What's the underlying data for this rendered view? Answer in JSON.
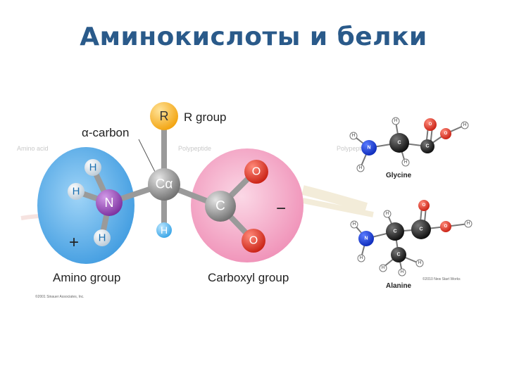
{
  "title": "Аминокислоты и белки",
  "main_diagram": {
    "r_atom": "R",
    "r_group_label": "R group",
    "alpha_carbon_label": "α-carbon",
    "ca_atom": "Cα",
    "n_atom": "N",
    "h_atom": "H",
    "c_atom": "C",
    "o_atom": "O",
    "plus_sign": "+",
    "minus_sign": "−",
    "amino_group_label": "Amino group",
    "carboxyl_group_label": "Carboxyl group",
    "copyright": "©2001 Sinauer Associates, Inc.",
    "faint_labels": [
      "Amino acid",
      "Polypeptide",
      "Polypeptide"
    ]
  },
  "glycine": {
    "name": "Glycine",
    "atoms": {
      "n": "N",
      "c": "C",
      "h": "H",
      "o": "O"
    }
  },
  "alanine": {
    "name": "Alanine",
    "atoms": {
      "n": "N",
      "c": "C",
      "h": "H",
      "o": "O"
    },
    "copyright": "©2010 New Start Works"
  }
}
